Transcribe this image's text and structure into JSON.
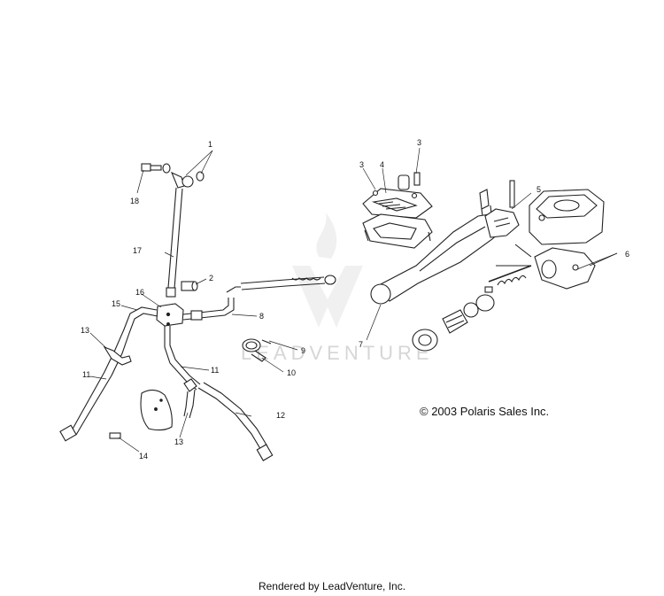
{
  "diagram": {
    "callouts": [
      "1",
      "2",
      "3",
      "3",
      "4",
      "5",
      "6",
      "7",
      "8",
      "9",
      "10",
      "11",
      "11",
      "12",
      "13",
      "13",
      "14",
      "15",
      "16",
      "17",
      "18"
    ],
    "copyright": "© 2003 Polaris Sales Inc.",
    "watermark": "LEADVENTURE"
  },
  "footer": {
    "text": "Rendered by LeadVenture, Inc."
  }
}
